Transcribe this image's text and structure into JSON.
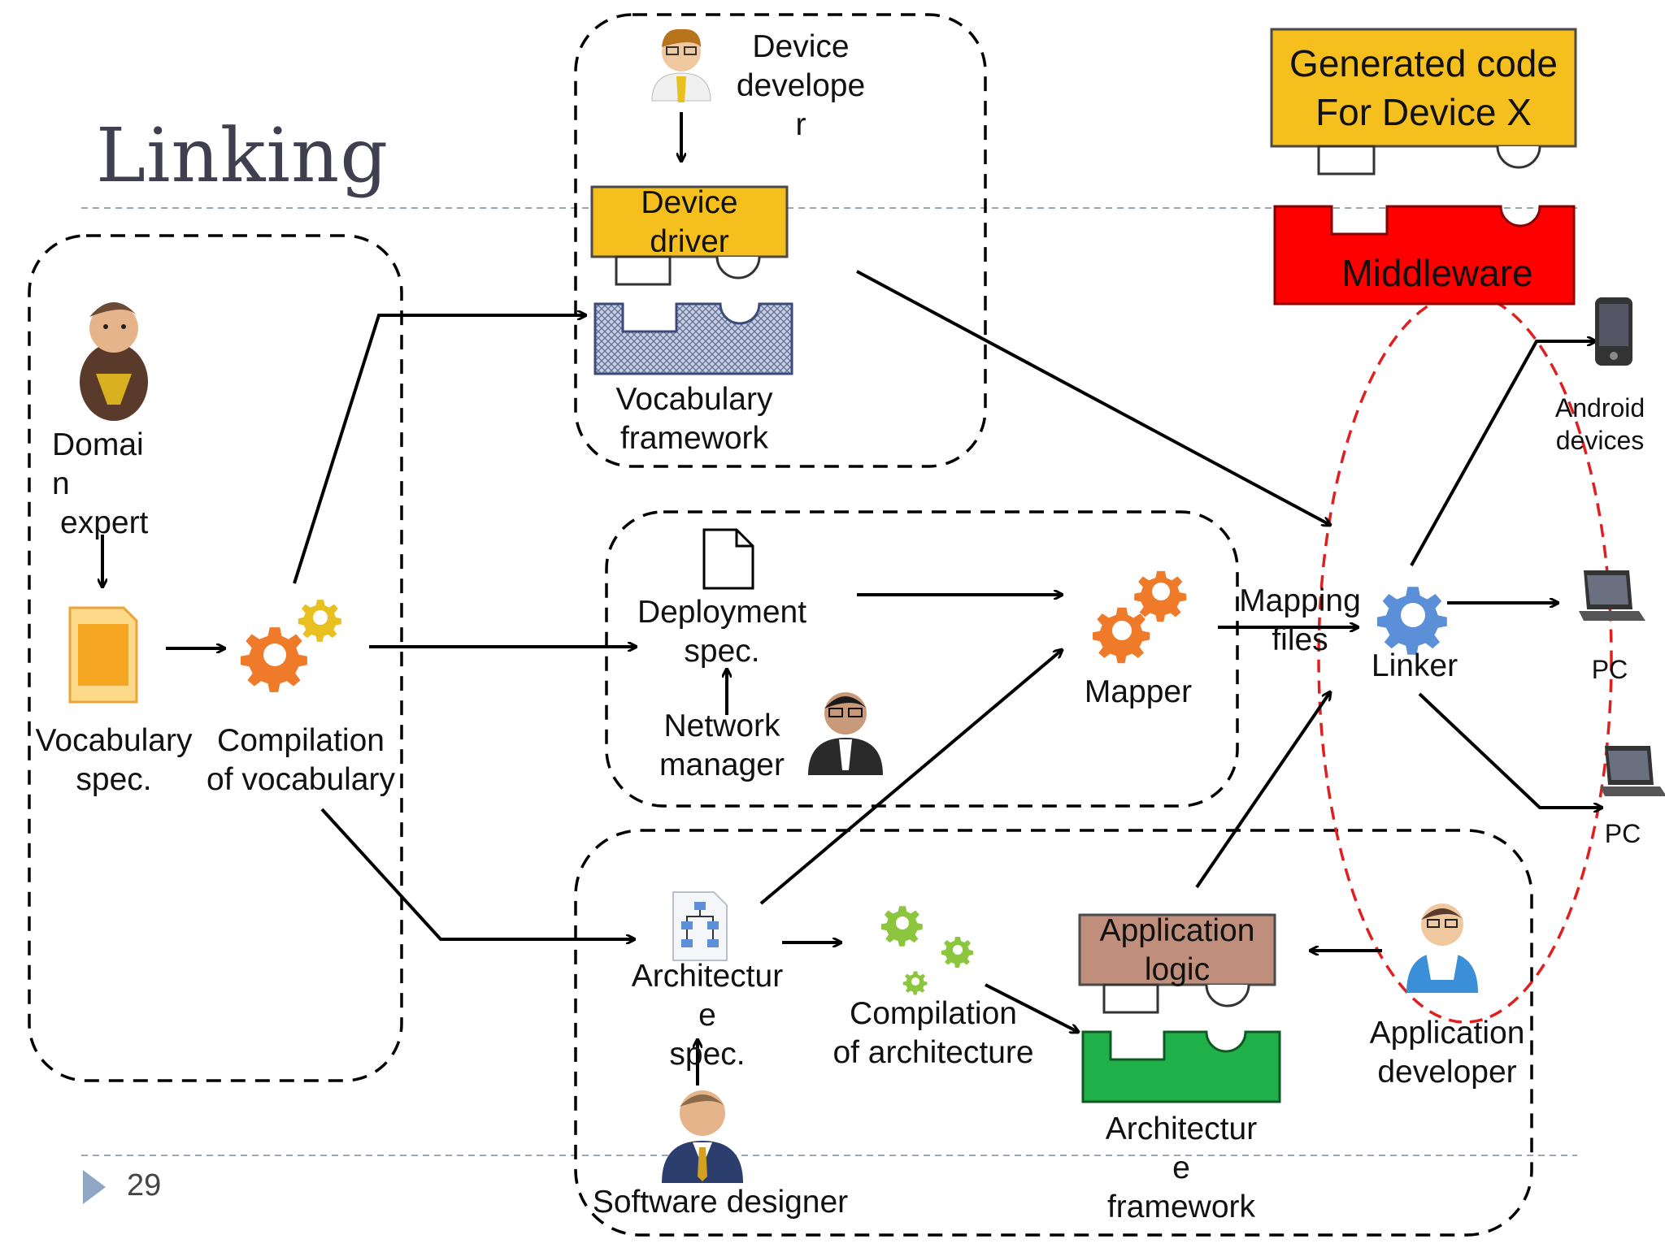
{
  "slide": {
    "title": "Linking",
    "number": "29"
  },
  "colors": {
    "device_driver": "#f5bf1e",
    "generated_code": "#f5bf1e",
    "middleware": "#ff0000",
    "vocabulary_framework": "#aab3cc",
    "application_logic": "#c08f7c",
    "architecture_framework": "#1fb04a",
    "gear_orange": "#ee7a2a",
    "gear_green": "#8cc63f",
    "gear_blue": "#5b8fd8",
    "dashed_red": "#e02020"
  },
  "icons": [
    "domain-expert-person-icon",
    "device-developer-person-icon",
    "network-manager-person-icon",
    "software-designer-person-icon",
    "application-developer-person-icon",
    "vocabulary-spec-document-icon",
    "deployment-spec-document-icon",
    "architecture-spec-document-icon",
    "compilation-vocabulary-gears-icon",
    "mapper-gears-icon",
    "compilation-architecture-gears-icon",
    "linker-gear-icon",
    "android-phone-icon",
    "laptop-pc-icon"
  ],
  "actors": {
    "domain_expert": [
      "Domai",
      "n",
      "expert"
    ],
    "device_developer": [
      "Device",
      "develope",
      "r"
    ],
    "network_manager": [
      "Network",
      "manager"
    ],
    "software_designer": "Software  designer",
    "application_developer": [
      "Application",
      "developer"
    ]
  },
  "artifacts": {
    "vocabulary_spec": [
      "Vocabulary",
      "spec."
    ],
    "compilation_vocabulary": [
      "Compilation",
      "of  vocabulary"
    ],
    "device_driver": [
      "Device",
      "driver"
    ],
    "vocabulary_framework": [
      "Vocabulary",
      "framework"
    ],
    "deployment_spec": [
      "Deployment",
      "spec."
    ],
    "mapper": "Mapper",
    "mapping_files": [
      "Mapping",
      "files"
    ],
    "linker": "Linker",
    "architecture_spec": [
      "Architectur",
      "e",
      "spec."
    ],
    "compilation_architecture": [
      "Compilation",
      "of  architecture"
    ],
    "application_logic": [
      "Application",
      "logic"
    ],
    "architecture_framework": [
      "Architectur",
      "e",
      "framework"
    ],
    "generated_code": [
      "Generated code",
      "For Device X"
    ],
    "middleware": "Middleware"
  },
  "targets": {
    "android": [
      "Android",
      "devices"
    ],
    "pc1": "PC",
    "pc2": "PC"
  }
}
